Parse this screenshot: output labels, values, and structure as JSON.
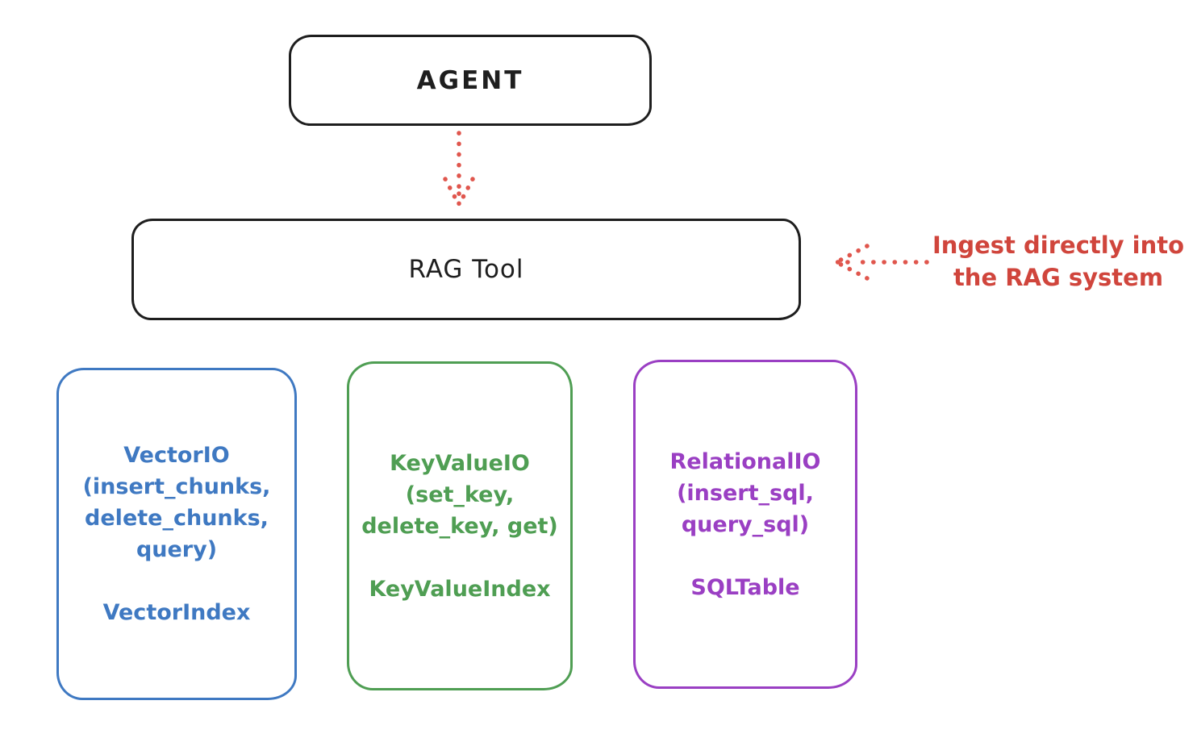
{
  "canvas": {
    "background": "#ffffff"
  },
  "colors": {
    "ink": "#1e1e1e",
    "arrow_red": "#e0564d",
    "text_red": "#d0453c",
    "vector_blue": "#3f79c2",
    "keyvalue_green": "#4f9e53",
    "relational_purple": "#9a3fc3"
  },
  "nodes": {
    "agent": {
      "label": "AGENT"
    },
    "rag_tool": {
      "label": "RAG Tool"
    }
  },
  "annotation": {
    "lines": [
      "Ingest directly into",
      "the RAG system"
    ]
  },
  "io_boxes": [
    {
      "name": "vector-io",
      "color": "#3f79c2",
      "lines": [
        "VectorIO",
        "(insert_chunks,",
        "delete_chunks,",
        "query)",
        "",
        "VectorIndex"
      ]
    },
    {
      "name": "keyvalue-io",
      "color": "#4f9e53",
      "lines": [
        "KeyValueIO",
        "(set_key,",
        "delete_key, get)",
        "",
        "KeyValueIndex"
      ]
    },
    {
      "name": "relational-io",
      "color": "#9a3fc3",
      "lines": [
        "RelationalIO",
        "(insert_sql,",
        "query_sql)",
        "",
        "SQLTable"
      ]
    }
  ],
  "arrows": [
    {
      "name": "agent-to-rag",
      "style": "dotted",
      "direction": "down",
      "color": "#e0564d"
    },
    {
      "name": "ingest-into-rag",
      "style": "dotted",
      "direction": "left",
      "color": "#e0564d"
    }
  ]
}
